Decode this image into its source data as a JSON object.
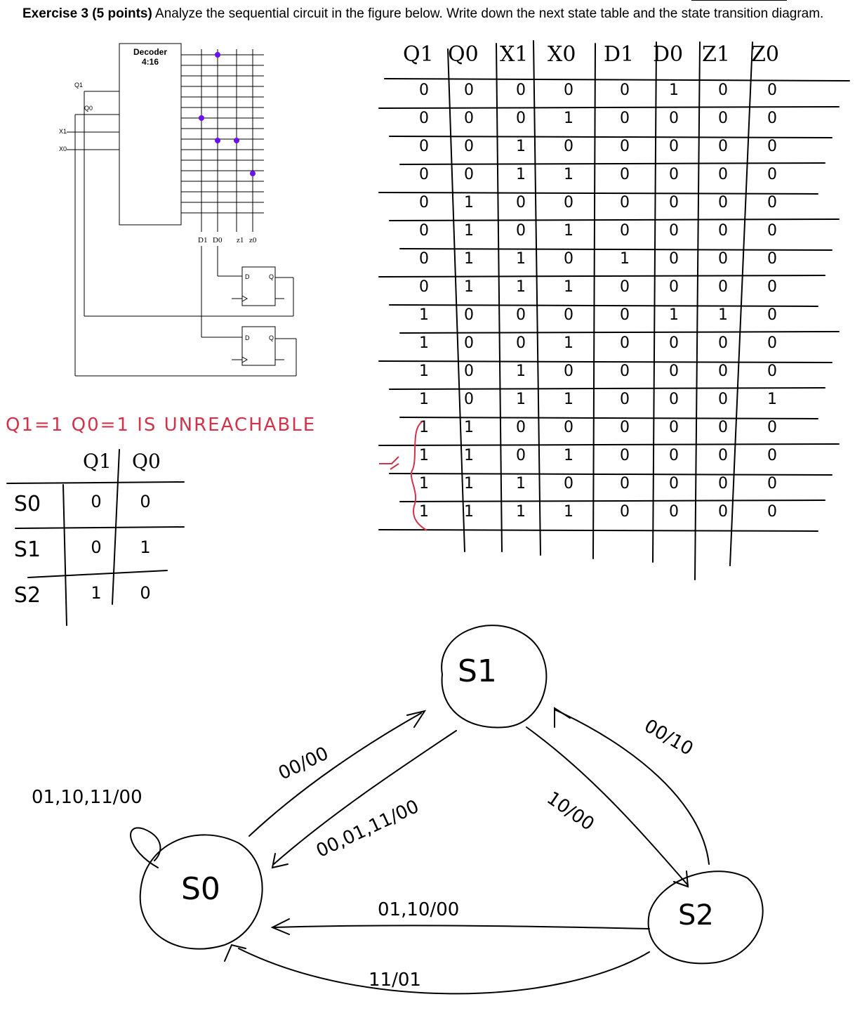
{
  "exercise": {
    "heading": "Exercise 3 (5 points)",
    "text": " Analyze the sequential circuit in the figure below. Write down the next state table and the state transition diagram."
  },
  "circuit": {
    "decoder_label": "Decoder",
    "decoder_size": "4:16",
    "inputs": [
      "Q1",
      "Q0",
      "X1",
      "X0"
    ],
    "outputs": [
      "D1",
      "D0",
      "z1",
      "z0"
    ],
    "ff_pin_d": "D",
    "ff_pin_q": "Q"
  },
  "next_state_table": {
    "headers": [
      "Q1",
      "Q0",
      "X1",
      "X0",
      "D1",
      "D0",
      "Z1",
      "Z0"
    ],
    "rows": [
      [
        "0",
        "0",
        "0",
        "0",
        "0",
        "1",
        "0",
        "0"
      ],
      [
        "0",
        "0",
        "0",
        "1",
        "0",
        "0",
        "0",
        "0"
      ],
      [
        "0",
        "0",
        "1",
        "0",
        "0",
        "0",
        "0",
        "0"
      ],
      [
        "0",
        "0",
        "1",
        "1",
        "0",
        "0",
        "0",
        "0"
      ],
      [
        "0",
        "1",
        "0",
        "0",
        "0",
        "0",
        "0",
        "0"
      ],
      [
        "0",
        "1",
        "0",
        "1",
        "0",
        "0",
        "0",
        "0"
      ],
      [
        "0",
        "1",
        "1",
        "0",
        "1",
        "0",
        "0",
        "0"
      ],
      [
        "0",
        "1",
        "1",
        "1",
        "0",
        "0",
        "0",
        "0"
      ],
      [
        "1",
        "0",
        "0",
        "0",
        "0",
        "1",
        "1",
        "0"
      ],
      [
        "1",
        "0",
        "0",
        "1",
        "0",
        "0",
        "0",
        "0"
      ],
      [
        "1",
        "0",
        "1",
        "0",
        "0",
        "0",
        "0",
        "0"
      ],
      [
        "1",
        "0",
        "1",
        "1",
        "0",
        "0",
        "0",
        "1"
      ],
      [
        "1",
        "1",
        "0",
        "0",
        "0",
        "0",
        "0",
        "0"
      ],
      [
        "1",
        "1",
        "0",
        "1",
        "0",
        "0",
        "0",
        "0"
      ],
      [
        "1",
        "1",
        "1",
        "0",
        "0",
        "0",
        "0",
        "0"
      ],
      [
        "1",
        "1",
        "1",
        "1",
        "0",
        "0",
        "0",
        "0"
      ]
    ]
  },
  "note": {
    "unreachable": "Q1=1  Q0=1  IS UNREACHABLE"
  },
  "state_assignment": {
    "headers": [
      "Q1",
      "Q0"
    ],
    "rows": [
      {
        "state": "S0",
        "q1": "0",
        "q0": "0"
      },
      {
        "state": "S1",
        "q1": "0",
        "q0": "1"
      },
      {
        "state": "S2",
        "q1": "1",
        "q0": "0"
      }
    ]
  },
  "diagram": {
    "states": [
      "S0",
      "S1",
      "S2"
    ],
    "labels": {
      "s0_self": "01,10,11/00",
      "s0_to_s1": "00/00",
      "s1_to_s0": "00,01,11/00",
      "s1_to_s2": "10/00",
      "s2_to_s1": "00/10",
      "s2_to_s0_top": "01,10/00",
      "s2_to_s0_bottom": "11/01"
    }
  },
  "colors": {
    "ink": "#000000",
    "accent_red": "#d0344b",
    "dot": "#6a11f0"
  }
}
